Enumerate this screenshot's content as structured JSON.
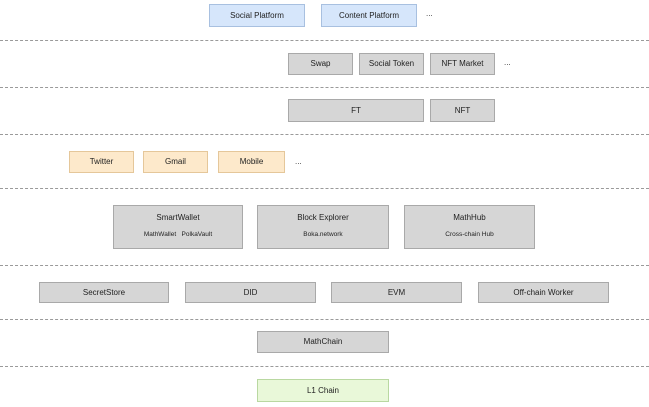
{
  "rows": {
    "platforms": {
      "items": [
        "Social Platform",
        "Content Platform"
      ],
      "more": "..."
    },
    "defi": {
      "items": [
        "Swap",
        "Social Token",
        "NFT Market"
      ],
      "more": "..."
    },
    "tokens": {
      "items": [
        "FT",
        "NFT"
      ]
    },
    "identity": {
      "items": [
        "Twitter",
        "Gmail",
        "Mobile"
      ],
      "more": "..."
    },
    "apps": [
      {
        "title": "SmartWallet",
        "sub": "MathWallet   PolkaVault"
      },
      {
        "title": "Block Explorer",
        "sub": "Boka.network"
      },
      {
        "title": "MathHub",
        "sub": "Cross-chain Hub"
      }
    ],
    "services": {
      "items": [
        "SecretStore",
        "DID",
        "EVM",
        "Off-chain Worker"
      ]
    },
    "chain": {
      "label": "MathChain"
    },
    "base": {
      "label": "L1 Chain"
    }
  },
  "colors": {
    "gray_box": "#d6d6d6",
    "blue_box": "#d6e6fb",
    "orange_box": "#fde9cb",
    "green_box": "#e9f8d9",
    "separator": "#9a9a9a"
  }
}
